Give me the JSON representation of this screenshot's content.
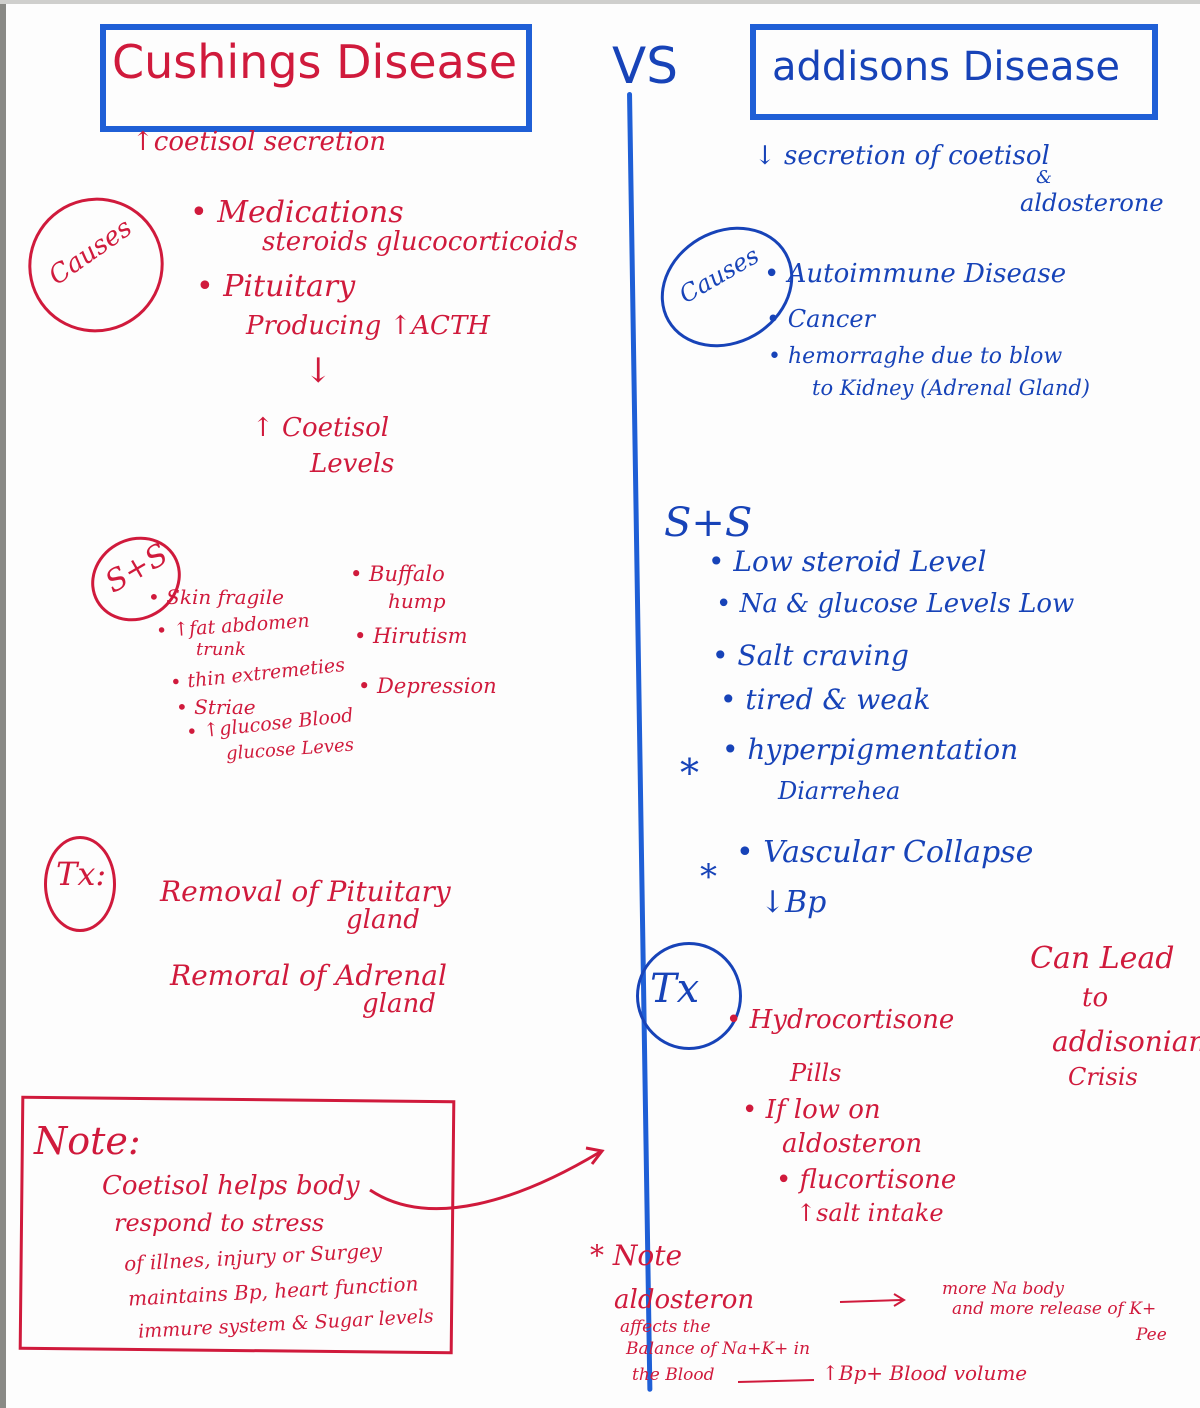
{
  "vs": "VS",
  "cushings": {
    "title": "Cushings Disease",
    "subtitle": "↑coetisol secretion",
    "causes_label": "Causes",
    "causes": [
      "• Medications",
      "steroids glucocorticoids",
      "• Pituitary",
      "Producing ↑ACTH",
      "↓",
      "↑ Coetisol",
      "Levels"
    ],
    "sts_label": "S+S",
    "sts_left": [
      "• Skin fragile",
      "• ↑fat abdomen",
      "trunk",
      "• thin extremeties",
      "• Striae",
      "• ↑glucose Blood",
      "glucose Leves"
    ],
    "sts_right": [
      "• Buffalo",
      "hump",
      "• Hirutism",
      "• Depression"
    ],
    "tx_label": "Tx:",
    "tx": [
      "Removal of Pituitary",
      "gland",
      "Remoral of Adrenal",
      "gland"
    ],
    "note_title": "Note:",
    "note_lines": [
      "Coetisol helps body",
      "respond to stress",
      "of illnes, injury or Surgey",
      "maintains Bp, heart function",
      "immure system & Sugar levels"
    ]
  },
  "addisons": {
    "title": "addisons Disease",
    "subtitle_1": "↓ secretion of coetisol",
    "subtitle_2": "&",
    "subtitle_3": "aldosterone",
    "causes_label": "Causes",
    "causes": [
      "• Autoimmune Disease",
      "• Cancer",
      "• hemorraghe due to blow",
      "to Kidney (Adrenal Gland)"
    ],
    "sts_label": "S+S",
    "sts": [
      "• Low steroid Level",
      "• Na & glucose Levels Low",
      "• Salt craving",
      "• tired & weak",
      "• hyperpigmentation",
      "Diarrehea",
      "• Vascular Collapse",
      "↓Bp"
    ],
    "star": "*",
    "tx_label": "Tx",
    "tx": [
      "• Hydrocortisone",
      "Pills",
      "• If low on",
      "aldosteron",
      "• flucortisone",
      "↑salt intake"
    ],
    "can_lead": [
      "Can Lead",
      "to",
      "addisonian",
      "Crisis"
    ],
    "note_title": "* Note",
    "note_lines": [
      "aldosteron",
      "affects the",
      "Balance of Na+K+ in",
      "the Blood"
    ],
    "note_right": [
      "more Na body",
      "and more release of K+",
      "Pee"
    ],
    "note_bottom": "↑Bp+ Blood volume"
  }
}
